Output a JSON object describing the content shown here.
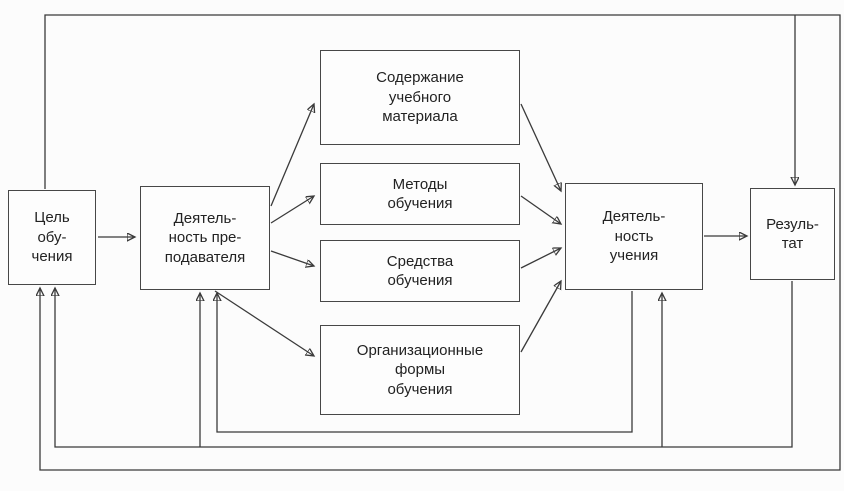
{
  "diagram": {
    "description": "Structure of the teaching-learning process (flow diagram, Russian)",
    "boxes": {
      "goal": {
        "label": "Цель обучения",
        "lines": [
          "Цель",
          "обу-",
          "чения"
        ]
      },
      "teacher": {
        "label": "Деятельность преподавателя",
        "lines": [
          "Деятель-",
          "ность пре-",
          "подавателя"
        ]
      },
      "content": {
        "label": "Содержание учебного материала",
        "lines": [
          "Содержание",
          "учебного",
          "материала"
        ]
      },
      "methods": {
        "label": "Методы обучения",
        "lines": [
          "Методы",
          "обучения"
        ]
      },
      "means": {
        "label": "Средства обучения",
        "lines": [
          "Средства",
          "обучения"
        ]
      },
      "forms": {
        "label": "Организационные формы обучения",
        "lines": [
          "Организационные",
          "формы",
          "обучения"
        ]
      },
      "learning": {
        "label": "Деятельность учения",
        "lines": [
          "Деятель-",
          "ность",
          "учения"
        ]
      },
      "result": {
        "label": "Результат",
        "lines": [
          "Резуль-",
          "тат"
        ]
      }
    },
    "edges": [
      {
        "from": "Цель обучения",
        "to": "Деятельность преподавателя",
        "type": "forward"
      },
      {
        "from": "Деятельность преподавателя",
        "to": "Содержание учебного материала",
        "type": "forward"
      },
      {
        "from": "Деятельность преподавателя",
        "to": "Методы обучения",
        "type": "forward"
      },
      {
        "from": "Деятельность преподавателя",
        "to": "Средства обучения",
        "type": "forward"
      },
      {
        "from": "Деятельность преподавателя",
        "to": "Организационные формы обучения",
        "type": "forward"
      },
      {
        "from": "Содержание учебного материала",
        "to": "Деятельность учения",
        "type": "forward"
      },
      {
        "from": "Методы обучения",
        "to": "Деятельность учения",
        "type": "forward"
      },
      {
        "from": "Средства обучения",
        "to": "Деятельность учения",
        "type": "forward"
      },
      {
        "from": "Организационные формы обучения",
        "to": "Деятельность учения",
        "type": "forward"
      },
      {
        "from": "Деятельность учения",
        "to": "Результат",
        "type": "forward"
      },
      {
        "from": "Цель обучения",
        "to": "Результат",
        "type": "outer-top"
      },
      {
        "from": "Результат",
        "to": "Цель обучения",
        "type": "feedback"
      },
      {
        "from": "Результат",
        "to": "Деятельность преподавателя",
        "type": "feedback"
      },
      {
        "from": "Результат",
        "to": "Деятельность учения",
        "type": "feedback"
      },
      {
        "from": "Деятельность учения",
        "to": "Деятельность преподавателя",
        "type": "feedback"
      }
    ],
    "colors": {
      "line": "#3a3a3a",
      "box_border": "#474747",
      "text": "#222222",
      "background": "#fcfcfc"
    }
  }
}
